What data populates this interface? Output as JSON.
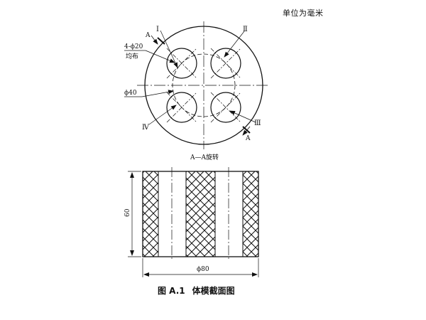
{
  "header": {
    "unit_note": "单位为毫米"
  },
  "top_view": {
    "hole_labels": [
      "Ⅰ",
      "Ⅱ",
      "Ⅲ",
      "Ⅳ"
    ],
    "section_mark": "A",
    "holes_spec_line1": "4-ϕ20",
    "holes_spec_line2": "均布",
    "pitch_diameter": "ϕ40",
    "caption": "A—A旋转"
  },
  "section_view": {
    "height_dim": "60",
    "diameter_dim": "ϕ80"
  },
  "figure": {
    "number": "图 A.1",
    "title": "体模截面图"
  }
}
